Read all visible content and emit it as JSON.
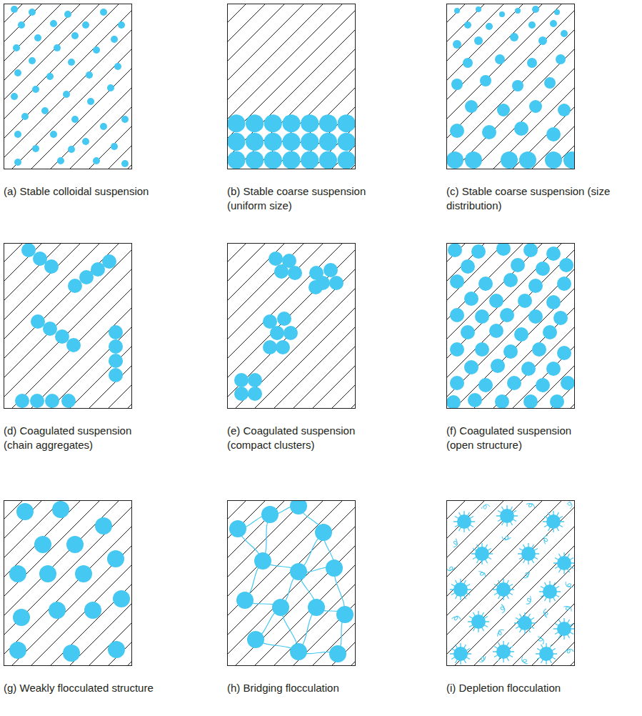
{
  "diagram": {
    "nodes": [
      {
        "text": [
          "(a) Stable colloidal suspension"
        ]
      },
      {
        "text": [
          "(b) Stable coarse suspension (uniform size)"
        ]
      },
      {
        "text": [
          "(c) Stable coarse suspension (size distribution)"
        ]
      },
      {
        "text": [
          "(d) Coagulated suspension (chain aggregates)"
        ]
      },
      {
        "text": [
          "(e) Coagulated suspension (compact clusters)"
        ]
      },
      {
        "text": [
          "(f) Coagulated suspension (open structure)"
        ]
      },
      {
        "text": [
          "(g) Weakly flocculated structure"
        ]
      },
      {
        "text": [
          "(h) Bridging flocculation"
        ]
      },
      {
        "text": [
          "(i) Depletion flocculation"
        ]
      }
    ]
  }
}
